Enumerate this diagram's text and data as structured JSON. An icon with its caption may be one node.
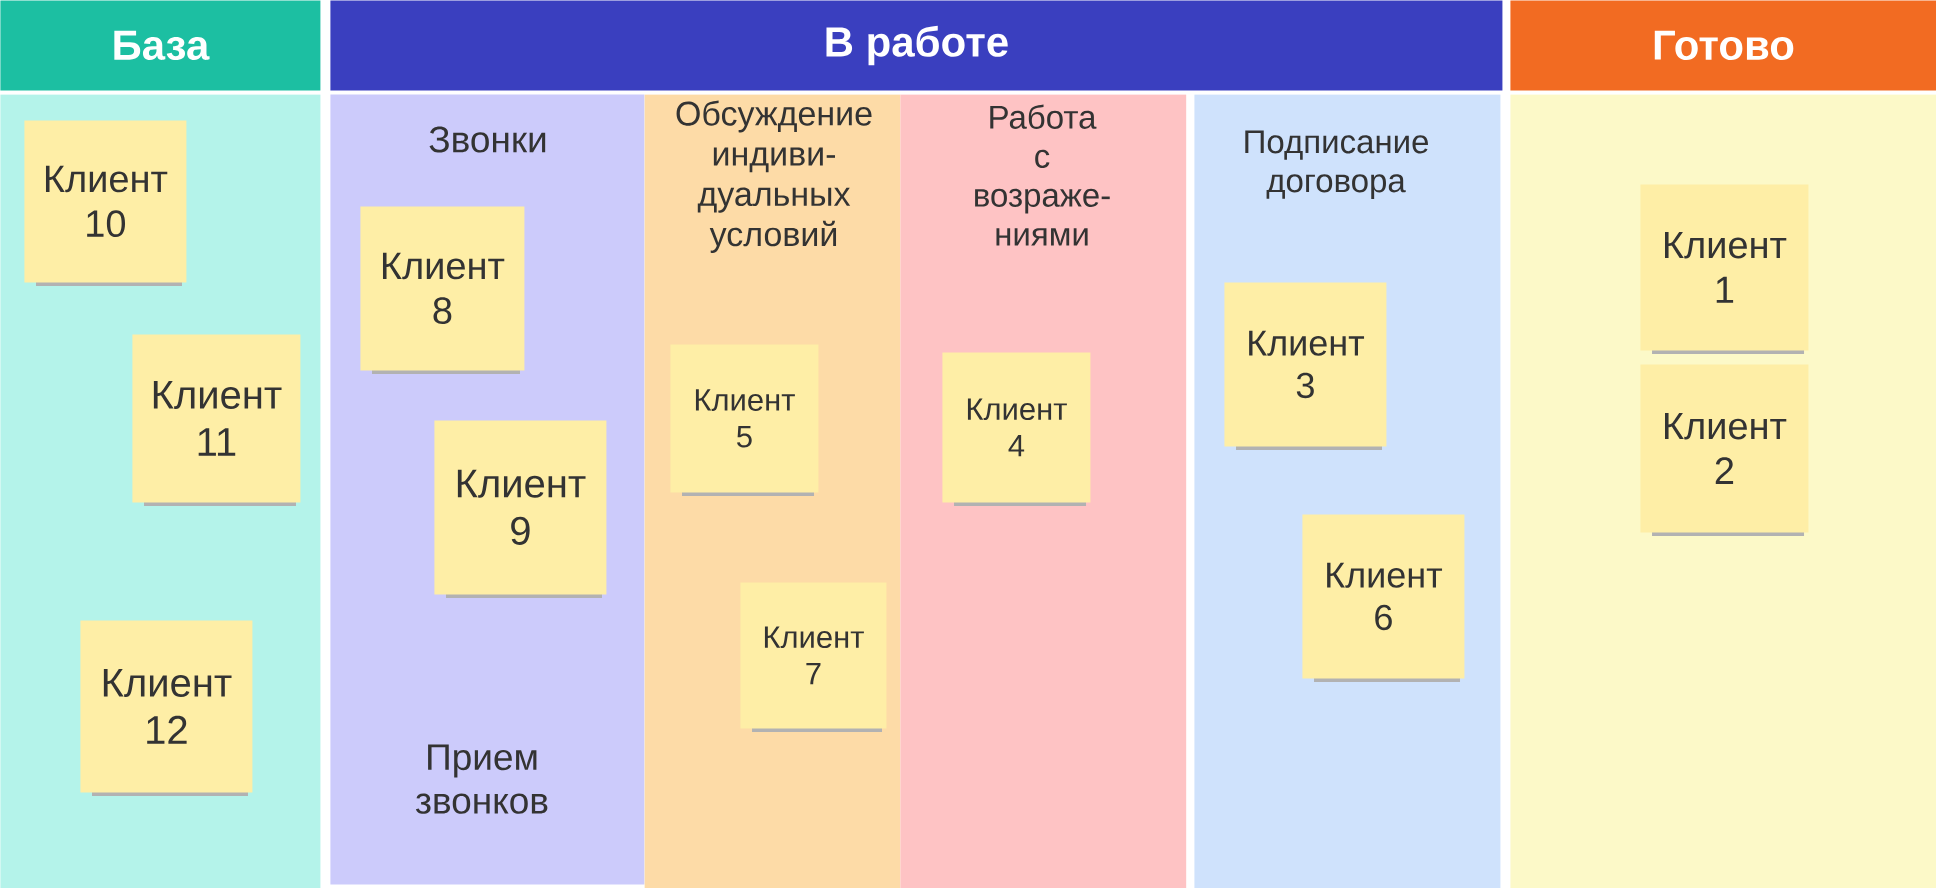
{
  "diagram": {
    "nodes": [
      {
        "text": [
          "База"
        ]
      },
      {
        "text": [
          "В работе"
        ]
      },
      {
        "text": [
          "Готово"
        ]
      },
      {
        "text": [],
        "shape": "box"
      },
      {
        "text": [
          "Звонки",
          "Прием звонков"
        ]
      },
      {
        "text": [
          "Обсуждение индиви- дуальных условий"
        ]
      },
      {
        "text": [
          "Работа с возраже- ниями"
        ]
      },
      {
        "text": [
          "Подписание договора"
        ]
      },
      {
        "text": [],
        "shape": "box"
      },
      {
        "text": [
          "Клиент 10"
        ],
        "in": 3
      },
      {
        "text": [
          "Клиент 11"
        ],
        "in": 3
      },
      {
        "text": [
          "Клиент 12"
        ],
        "in": 3
      },
      {
        "text": [
          "Клиент 8"
        ],
        "in": 4
      },
      {
        "text": [
          "Клиент 9"
        ],
        "in": 4
      },
      {
        "text": [
          "Клиент 5"
        ],
        "in": 5
      },
      {
        "text": [
          "Клиент 7"
        ],
        "in": 5
      },
      {
        "text": [
          "Клиент 4"
        ],
        "in": 6
      },
      {
        "text": [
          "Клиент 3"
        ],
        "in": 7
      },
      {
        "text": [
          "Клиент 6"
        ],
        "in": 7
      },
      {
        "text": [
          "Клиент 1"
        ],
        "in": 8
      },
      {
        "text": [
          "Клиент 2"
        ],
        "in": 8
      }
    ]
  }
}
